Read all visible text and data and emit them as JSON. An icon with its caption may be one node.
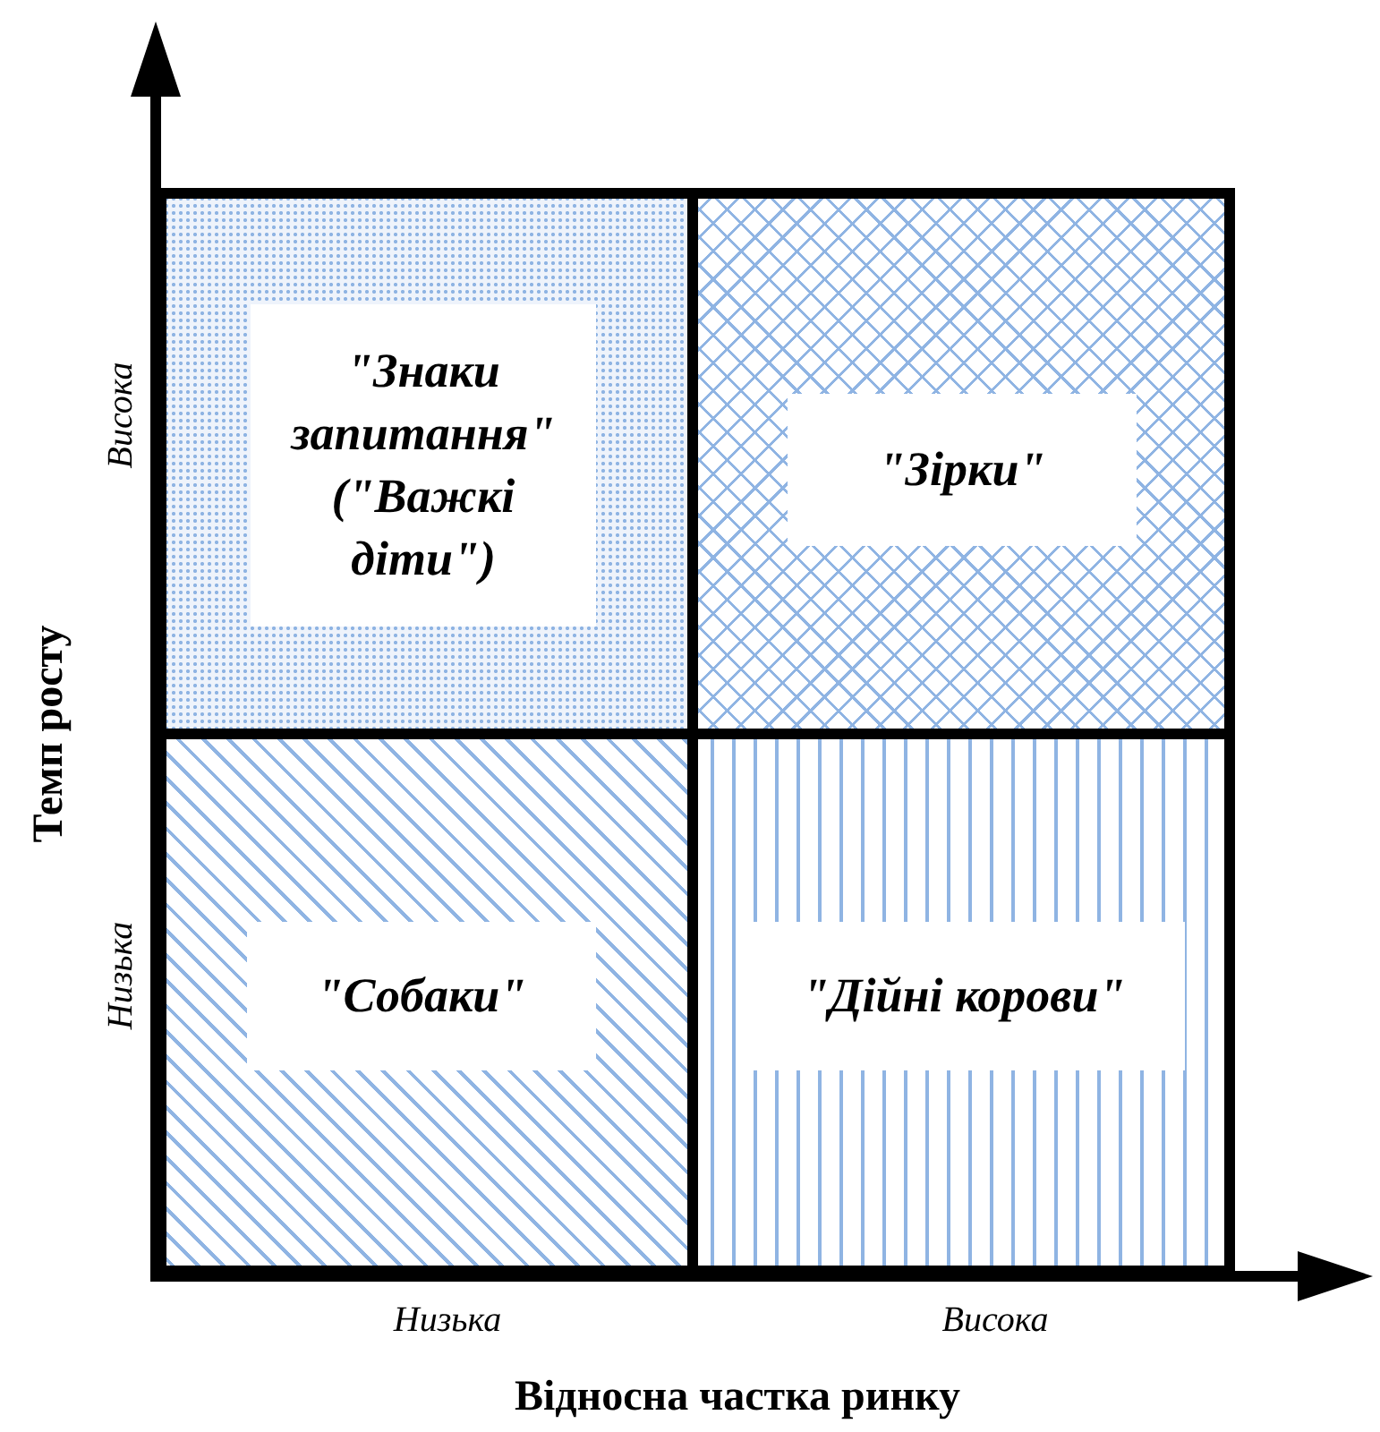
{
  "diagram": {
    "nodes": [
      {
        "text": [
          "\"Знаки запитання\" (\"Важкі діти\")"
        ]
      },
      {
        "text": [
          "\"Зірки\""
        ]
      },
      {
        "text": [
          "\"Собаки\""
        ]
      },
      {
        "text": [
          "\"Дійні корови\""
        ]
      }
    ],
    "labels": [
      "Висока",
      "Темп росту",
      "Низька",
      "Низька",
      "Висока",
      "Відносна частка ринку"
    ]
  }
}
